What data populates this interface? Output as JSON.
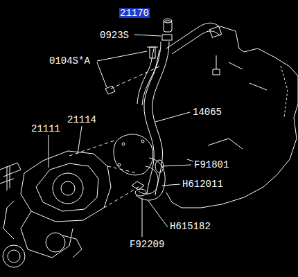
{
  "diagram": {
    "labels": [
      "21170",
      "0923S",
      "0104S*A",
      "14065",
      "21111",
      "21114",
      "F91801",
      "H612011",
      "H615182",
      "F92209"
    ]
  }
}
